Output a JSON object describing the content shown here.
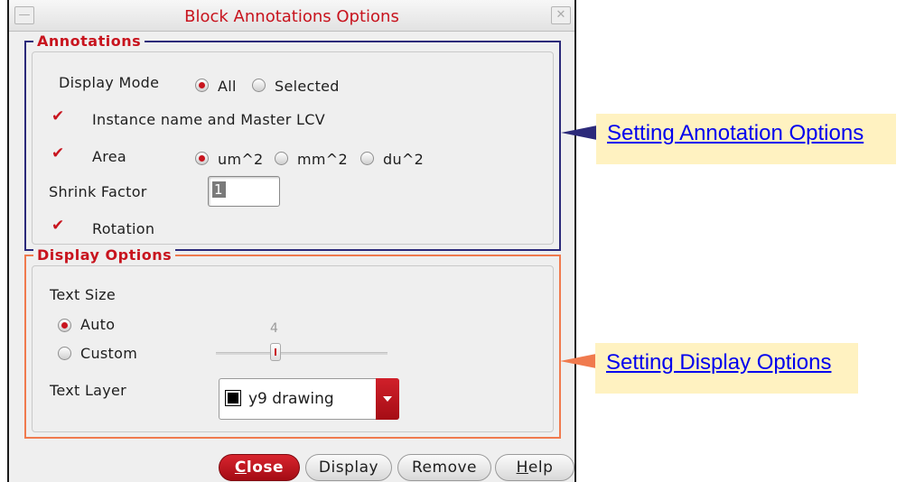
{
  "dialog": {
    "title": "Block Annotations Options",
    "minimize_glyph": "—",
    "close_glyph": "✕"
  },
  "annotations": {
    "legend": "Annotations",
    "display_mode_label": "Display Mode",
    "display_mode_options": [
      {
        "label": "All",
        "selected": true
      },
      {
        "label": "Selected",
        "selected": false
      }
    ],
    "instance_checkbox": {
      "label": "Instance name and Master LCV",
      "checked": true
    },
    "area_checkbox": {
      "label": "Area",
      "checked": true
    },
    "area_units": [
      {
        "label": "um^2",
        "selected": true
      },
      {
        "label": "mm^2",
        "selected": false
      },
      {
        "label": "du^2",
        "selected": false
      }
    ],
    "shrink_factor_label": "Shrink Factor",
    "shrink_factor_value": "1",
    "rotation_checkbox": {
      "label": "Rotation",
      "checked": true
    }
  },
  "display_options": {
    "legend": "Display Options",
    "text_size_label": "Text Size",
    "text_size_options": [
      {
        "label": "Auto",
        "selected": true
      },
      {
        "label": "Custom",
        "selected": false
      }
    ],
    "slider_value": "4",
    "text_layer_label": "Text Layer",
    "text_layer_value": "y9 drawing"
  },
  "buttons": {
    "close": {
      "mnemonic": "C",
      "rest": "lose"
    },
    "display": "Display",
    "remove": "Remove",
    "help": {
      "mnemonic": "H",
      "rest": "elp"
    }
  },
  "callouts": {
    "annotation": "Setting Annotation Options",
    "display": "Setting Display Options"
  },
  "colors": {
    "accent_red": "#c8141e",
    "annotation_border": "#2c2a7a",
    "display_border": "#f07a4e",
    "callout_bg": "#fff2c1",
    "link": "#0000ee"
  }
}
